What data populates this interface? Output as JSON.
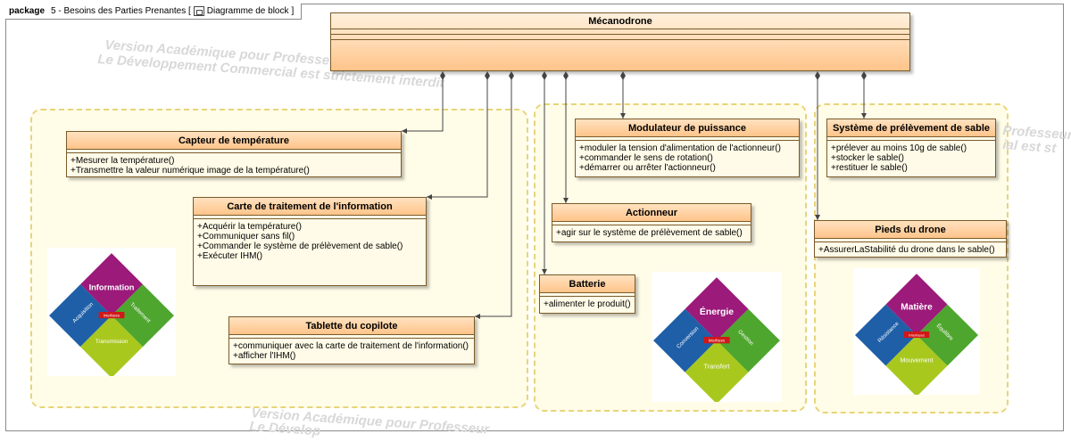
{
  "package": {
    "keyword": "package",
    "name": "5 - Besoins des Parties Prenantes [",
    "diagram_label": "Diagramme de block",
    "close": "]"
  },
  "watermarks": [
    "Version Académique pour Professeur uniquement",
    "Le Développement Commercial est strictement interdit",
    "Professeur",
    "ial est st",
    "Version Académique pour Professeur",
    "Le Dévelop"
  ],
  "main": {
    "title": "Mécanodrone"
  },
  "blocks": {
    "capteur": {
      "title": "Capteur de température",
      "ops": [
        "+Mesurer la température()",
        "+Transmettre la valeur numérique image de la température()"
      ]
    },
    "carte": {
      "title": "Carte de traitement de l'information",
      "ops": [
        "+Acquérir la température()",
        "+Communiquer sans fil()",
        "+Commander le système de prélèvement de sable()",
        "+Exécuter IHM()"
      ]
    },
    "tablette": {
      "title": "Tablette du copilote",
      "ops": [
        "+communiquer avec la carte de traitement de l'information()",
        "+afficher l'IHM()"
      ]
    },
    "modulateur": {
      "title": "Modulateur de puissance",
      "ops": [
        "+moduler la tension d'alimentation de l'actionneur()",
        "+commander le sens de rotation()",
        "+démarrer ou arrêter l'actionneur()"
      ]
    },
    "actionneur": {
      "title": "Actionneur",
      "ops": [
        "+agir sur le système de prélèvement de sable()"
      ]
    },
    "batterie": {
      "title": "Batterie",
      "ops": [
        "+alimenter le produit()"
      ]
    },
    "systeme": {
      "title": "Système de prélèvement de sable",
      "ops": [
        "+prélever au moins 10g de sable()",
        "+stocker le sable()",
        "+restituer le sable()"
      ]
    },
    "pieds": {
      "title": "Pieds du drone",
      "ops": [
        "+AssurerLaStabilité du drone dans le sable()"
      ]
    }
  },
  "puzzles": {
    "information": {
      "top": "Information",
      "left": "Acquisition",
      "right": "Traitement",
      "bottom": "Transmission",
      "center": "Interfaces"
    },
    "energie": {
      "top": "Énergie",
      "left": "Conversion",
      "right": "Gestion",
      "bottom": "Transfert",
      "center": "Interfaces"
    },
    "matiere": {
      "top": "Matière",
      "left": "Résistance",
      "right": "Équilibre",
      "bottom": "Mouvement",
      "center": "Interfaces"
    }
  },
  "colors": {
    "purple": "#9b1a7a",
    "green": "#4ea62e",
    "blue": "#1f5fa8",
    "lime": "#a8c81e",
    "red": "#d01818",
    "group_border": "#e8d47a",
    "group_fill": "#fffce8"
  }
}
